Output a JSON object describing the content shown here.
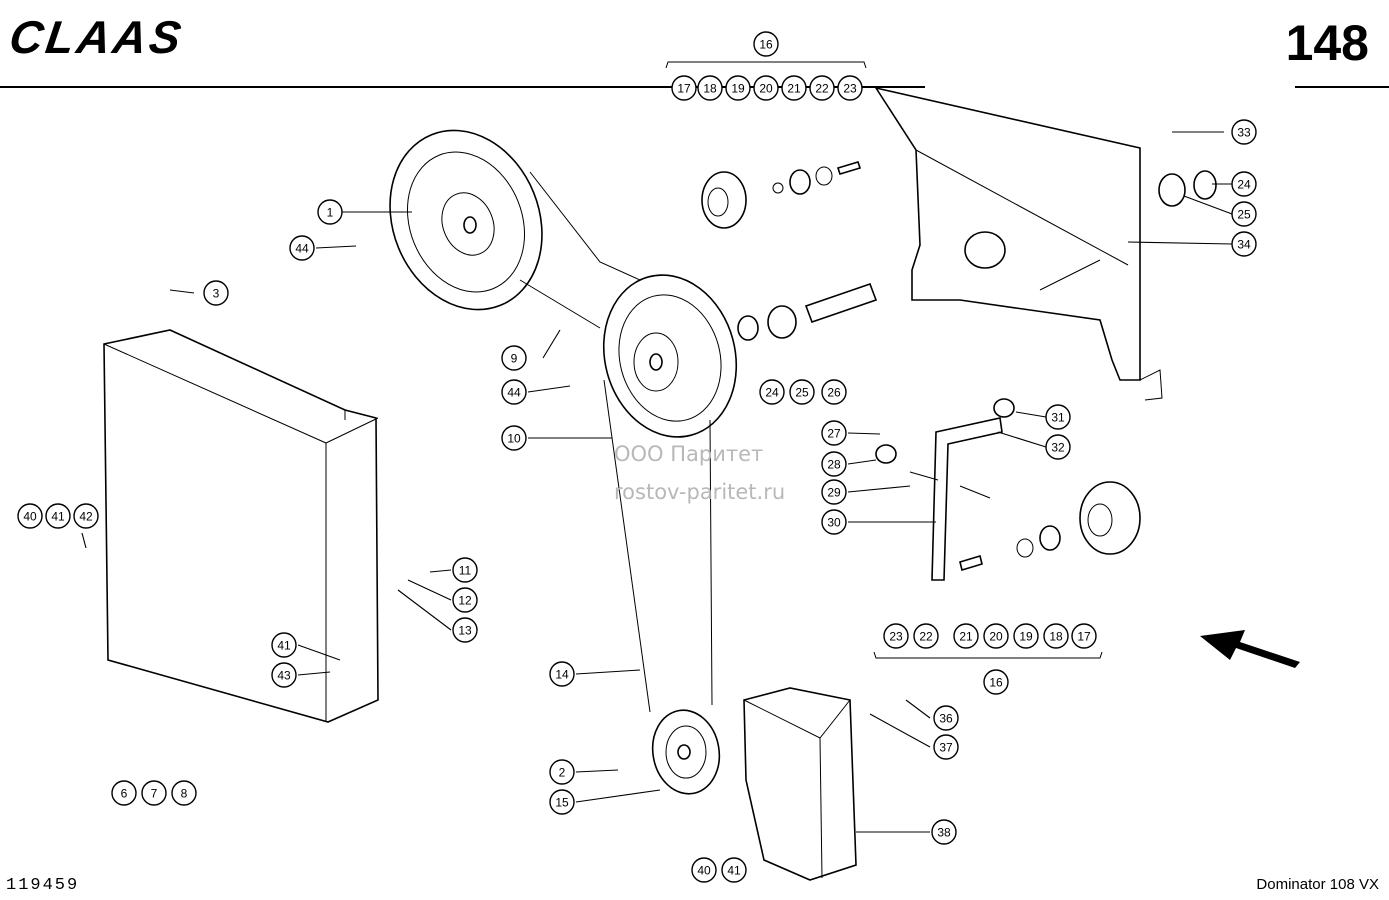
{
  "header": {
    "brand": "CLAAS",
    "page_number": "148"
  },
  "footer": {
    "drawing_number": "119459",
    "model": "Dominator 108 VX"
  },
  "watermark": {
    "line1": "ООО Паритет",
    "line2": "rostov-paritet.ru"
  },
  "callouts": [
    {
      "label": "1"
    },
    {
      "label": "44"
    },
    {
      "label": "3"
    },
    {
      "label": "9"
    },
    {
      "label": "44"
    },
    {
      "label": "10"
    },
    {
      "label": "16"
    },
    {
      "label": "17"
    },
    {
      "label": "18"
    },
    {
      "label": "19"
    },
    {
      "label": "20"
    },
    {
      "label": "21"
    },
    {
      "label": "22"
    },
    {
      "label": "23"
    },
    {
      "label": "33"
    },
    {
      "label": "24"
    },
    {
      "label": "25"
    },
    {
      "label": "34"
    },
    {
      "label": "24"
    },
    {
      "label": "25"
    },
    {
      "label": "26"
    },
    {
      "label": "31"
    },
    {
      "label": "27"
    },
    {
      "label": "32"
    },
    {
      "label": "28"
    },
    {
      "label": "29"
    },
    {
      "label": "30"
    },
    {
      "label": "40"
    },
    {
      "label": "41"
    },
    {
      "label": "42"
    },
    {
      "label": "11"
    },
    {
      "label": "12"
    },
    {
      "label": "13"
    },
    {
      "label": "41"
    },
    {
      "label": "43"
    },
    {
      "label": "23"
    },
    {
      "label": "22"
    },
    {
      "label": "21"
    },
    {
      "label": "20"
    },
    {
      "label": "19"
    },
    {
      "label": "18"
    },
    {
      "label": "17"
    },
    {
      "label": "16"
    },
    {
      "label": "14"
    },
    {
      "label": "36"
    },
    {
      "label": "37"
    },
    {
      "label": "2"
    },
    {
      "label": "15"
    },
    {
      "label": "38"
    },
    {
      "label": "6"
    },
    {
      "label": "7"
    },
    {
      "label": "8"
    },
    {
      "label": "40"
    },
    {
      "label": "41"
    }
  ]
}
